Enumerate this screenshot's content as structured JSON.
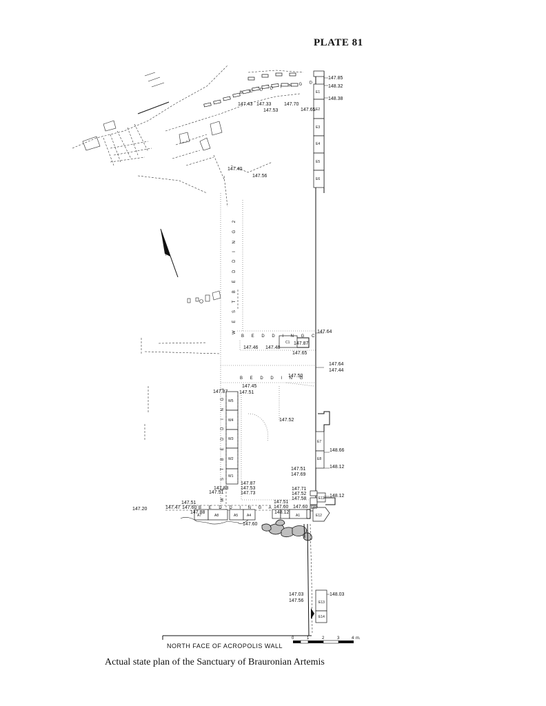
{
  "plate": "PLATE 81",
  "caption": "Actual state plan of the Sanctuary of Brauronian Artemis",
  "wall_label": "NORTH FACE OF ACROPOLIS WALL",
  "beddings": {
    "d": "B E D D I N G   D",
    "c": "B E D D I N G   C",
    "b": "B E D D I N G",
    "a": "B E D D I N G   A",
    "west1": "W E S T   B E D D I N G   1",
    "west2": "W E S T   B E D D I N G   2"
  },
  "scale": {
    "ticks": [
      "0",
      "1",
      "2",
      "3",
      "4"
    ],
    "unit": "m."
  },
  "blocks": {
    "east": [
      "E1",
      "E2",
      "E3",
      "E4",
      "E5",
      "E6",
      "E7",
      "E8",
      "E10",
      "E11",
      "E12",
      "E13",
      "E14"
    ],
    "west": [
      "W5",
      "W4",
      "W3",
      "W2",
      "W1"
    ],
    "a": [
      "A7",
      "A8",
      "A5",
      "A4",
      "A1"
    ],
    "c": [
      "C1"
    ]
  },
  "elevations": {
    "e1": "147.85",
    "e2": "148.32",
    "e3": "148.38",
    "e4": "147.43",
    "e5": "147.33",
    "e6": "147.70",
    "e7": "147.53",
    "e8": "147.65",
    "e9": "147.40",
    "e10": "147.56",
    "e11": "147.64",
    "e12": "147.46",
    "e13": "147.48",
    "e14": "147.87",
    "e15": "147.65",
    "e16": "147.64",
    "e17": "147.44",
    "e18": "147.50",
    "e19": "147.45",
    "e20": "147.87",
    "e21": "147.51",
    "e22": "147.52",
    "e23": "148.66",
    "e24": "147.51",
    "e25": "147.69",
    "e26": "148.12",
    "e27": "147.88",
    "e28": "147.87",
    "e29": "147.53",
    "e30": "147.51",
    "e31": "147.73",
    "e32": "147.71",
    "e33": "147.52",
    "e34": "147.58",
    "e35": "148.12",
    "e36": "147.51",
    "e37": "147.20",
    "e38": "147.47",
    "e39": "147.60",
    "e40": "147.88",
    "e41": "147.60",
    "e42": "147.60",
    "e43": "147.60",
    "e44": "148.12",
    "e45": "147.51",
    "e46": "147.03",
    "e47": "147.56",
    "e48": "148.03"
  }
}
